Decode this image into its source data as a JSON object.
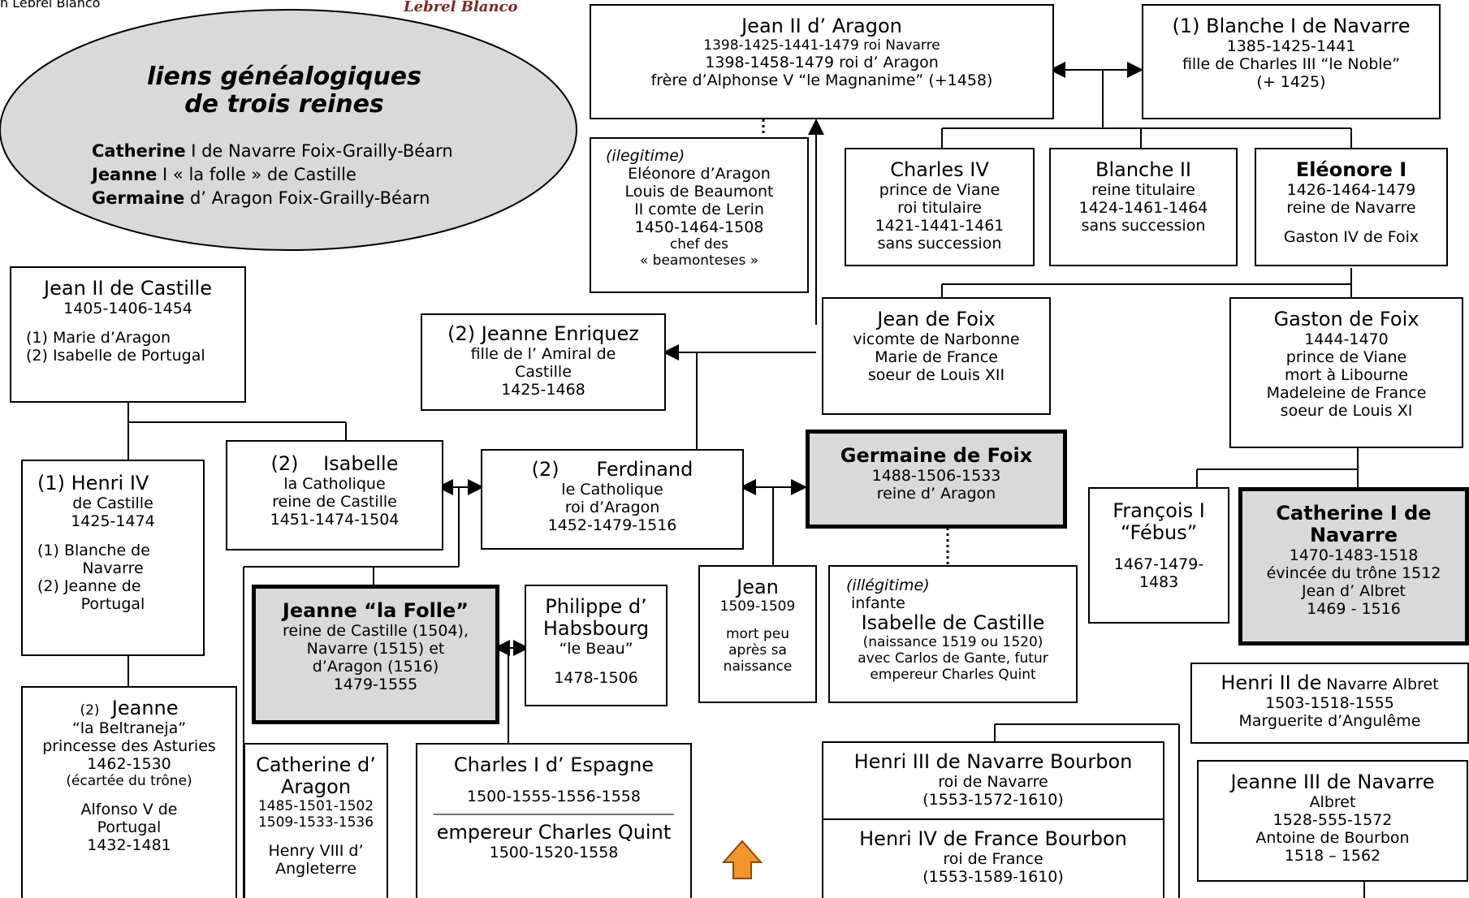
{
  "corner_text": "n Lebrel Blanco",
  "logo_text": "Lebrel Blanco",
  "oval": {
    "title1": "liens généalogiques",
    "title2": "de trois reines",
    "q1_name": "Catherine",
    "q1_rest": " I de Navarre Foix-Grailly-Béarn",
    "q2_name": "Jeanne",
    "q2_rest": " I « la folle » de Castille",
    "q3_name": "Germaine",
    "q3_rest": " d’ Aragon Foix-Grailly-Béarn"
  },
  "boxes": {
    "jean2_aragon": [
      "Jean II d’ Aragon",
      "1398-1425-1441-1479  roi Navarre",
      "1398-1458-1479 roi d’ Aragon",
      "frère d’Alphonse V “le Magnanime” (+1458)"
    ],
    "blanche1": [
      "(1) Blanche I de Navarre",
      "1385-1425-1441",
      "fille de Charles III “le Noble”",
      "(+ 1425)"
    ],
    "eleonore_aragon": [
      "(ilegitime)",
      "Eléonore d’Aragon",
      "Louis de Beaumont",
      "II comte de Lerin",
      "1450-1464-1508",
      "chef des",
      "« beamonteses »"
    ],
    "charles4": [
      "Charles IV",
      "prince de Viane",
      "roi titulaire",
      "1421-1441-1461",
      "sans succession"
    ],
    "blanche2": [
      "Blanche II",
      "reine titulaire",
      "1424-1461-1464",
      "sans succession"
    ],
    "eleonore1": [
      "Eléonore I",
      "1426-1464-1479",
      "reine de Navarre",
      "Gaston IV de Foix"
    ],
    "jean2_castille": [
      "Jean II de Castille",
      "1405-1406-1454",
      "(1) Marie d’Aragon",
      "(2) Isabelle de Portugal"
    ],
    "jeanne_enriquez": [
      "(2)  Jeanne Enriquez",
      "fille de l’ Amiral de",
      "Castille",
      "1425-1468"
    ],
    "jean_foix": [
      "Jean de Foix",
      "vicomte de Narbonne",
      "Marie de France",
      "soeur de Louis XII"
    ],
    "gaston_foix": [
      "Gaston de Foix",
      "1444-1470",
      "prince de Viane",
      "mort à Libourne",
      "Madeleine de France",
      "soeur de Louis XI"
    ],
    "henri4_castille": [
      "(1)  Henri IV",
      "de  Castille",
      "1425-1474",
      "(1) Blanche de",
      "Navarre",
      "(2) Jeanne de",
      "Portugal"
    ],
    "isabelle": [
      "(2)",
      "Isabelle",
      "la Catholique",
      "reine de Castille",
      "1451-1474-1504"
    ],
    "ferdinand": [
      "(2)",
      "Ferdinand",
      "le Catholique",
      "roi d’Aragon",
      "1452-1479-1516"
    ],
    "germaine": [
      "Germaine de Foix",
      "1488-1506-1533",
      "reine d’ Aragon"
    ],
    "francois1": [
      "François I",
      "“Fébus”",
      "1467-1479-",
      "1483"
    ],
    "catherine": [
      "Catherine I de",
      "Navarre",
      "1470-1483-1518",
      "évincée du trône 1512",
      "Jean d’ Albret",
      "1469 - 1516"
    ],
    "jeanne_folle": [
      "Jeanne “la Folle”",
      "reine de Castille (1504),",
      "Navarre (1515) et",
      "d’Aragon (1516)",
      "1479-1555"
    ],
    "philippe": [
      "Philippe d’",
      "Habsbourg",
      "“le Beau”",
      "1478-1506"
    ],
    "jean_enfant": [
      "Jean",
      "1509-1509",
      "mort peu",
      "après sa",
      "naissance"
    ],
    "infante": [
      "(illégitime)",
      "infante",
      "Isabelle de Castille",
      "(naissance 1519 ou 1520)",
      "avec Carlos de Gante, futur",
      "empereur Charles Quint"
    ],
    "henri2_navarre": [
      "Henri II de",
      " Navarre Albret",
      "1503-1518-1555",
      "Marguerite d’Angulême"
    ],
    "beltraneja": [
      "(2)",
      "Jeanne",
      "“la Beltraneja”",
      "princesse des Asturies",
      "1462-1530",
      "(écartée du trône)",
      "Alfonso V de",
      "Portugal",
      "1432-1481"
    ],
    "catherine_aragon": [
      "Catherine d’",
      "Aragon",
      "1485-1501-1502",
      "1509-1533-1536",
      "Henry VIII d’",
      "Angleterre"
    ],
    "charles1": [
      "Charles I d’ Espagne",
      "1500-1555-1556-1558",
      "empereur Charles Quint",
      "1500-1520-1558"
    ],
    "henri3_navarre": [
      "Henri III de Navarre Bourbon",
      "roi de Navarre",
      "(1553-1572-1610)"
    ],
    "henri4_france": [
      "Henri IV de France Bourbon",
      "roi de France",
      "(1553-1589-1610)"
    ],
    "jeanne3": [
      "Jeanne III de Navarre",
      "Albret",
      "1528-555-1572",
      "Antoine de Bourbon",
      "1518 – 1562"
    ]
  },
  "colors": {
    "arrow_fill": "#f0962a",
    "grey_fill": "#d9d9d9"
  },
  "icons": [
    "double-arrow-icon",
    "up-arrow-icon",
    "orange-up-arrow-icon"
  ]
}
